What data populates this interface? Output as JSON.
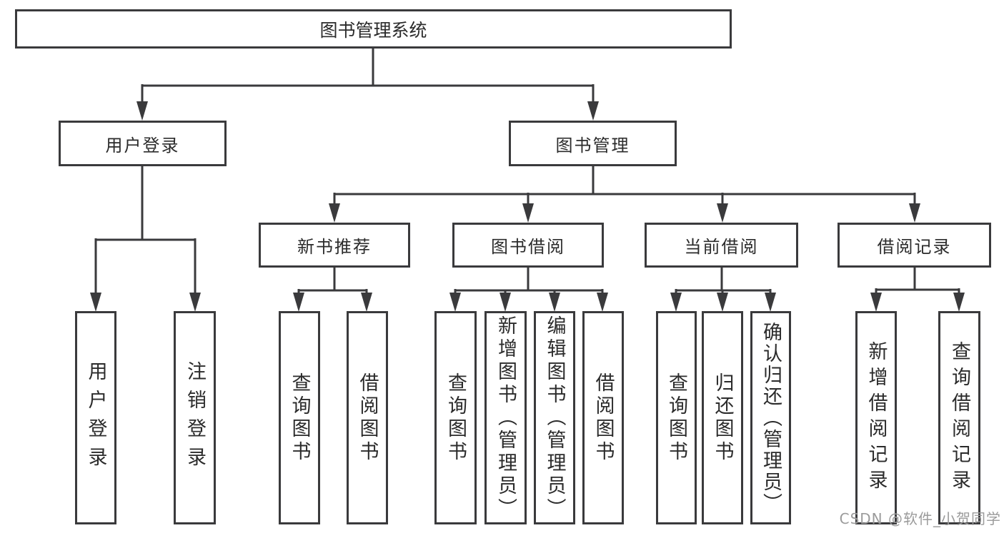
{
  "diagram": {
    "type": "hierarchy-tree",
    "root": {
      "label": "图书管理系统"
    },
    "level2": [
      {
        "label": "用户登录",
        "parent": "图书管理系统"
      },
      {
        "label": "图书管理",
        "parent": "图书管理系统"
      }
    ],
    "level3": [
      {
        "label": "新书推荐",
        "parent": "图书管理"
      },
      {
        "label": "图书借阅",
        "parent": "图书管理"
      },
      {
        "label": "当前借阅",
        "parent": "图书管理"
      },
      {
        "label": "借阅记录",
        "parent": "图书管理"
      }
    ],
    "leaves": [
      {
        "label": "用户登录",
        "parent": "用户登录"
      },
      {
        "label": "注销登录",
        "parent": "用户登录"
      },
      {
        "label": "查询图书",
        "parent": "新书推荐"
      },
      {
        "label": "借阅图书",
        "parent": "新书推荐"
      },
      {
        "label": "查询图书",
        "parent": "图书借阅"
      },
      {
        "label": "新增图书（管理员）",
        "parent": "图书借阅"
      },
      {
        "label": "编辑图书（管理员）",
        "parent": "图书借阅"
      },
      {
        "label": "借阅图书",
        "parent": "图书借阅"
      },
      {
        "label": "查询图书",
        "parent": "当前借阅"
      },
      {
        "label": "归还图书",
        "parent": "当前借阅"
      },
      {
        "label": "确认归还（管理员）",
        "parent": "当前借阅"
      },
      {
        "label": "新增借阅记录",
        "parent": "借阅记录"
      },
      {
        "label": "查询借阅记录",
        "parent": "借阅记录"
      }
    ]
  },
  "watermark": {
    "text": "CSDN @软件_小贺同学",
    "color": "#9b9b9b"
  },
  "colors": {
    "line": "#3a3a3c",
    "text": "#2b2b2b",
    "background": "#ffffff"
  }
}
